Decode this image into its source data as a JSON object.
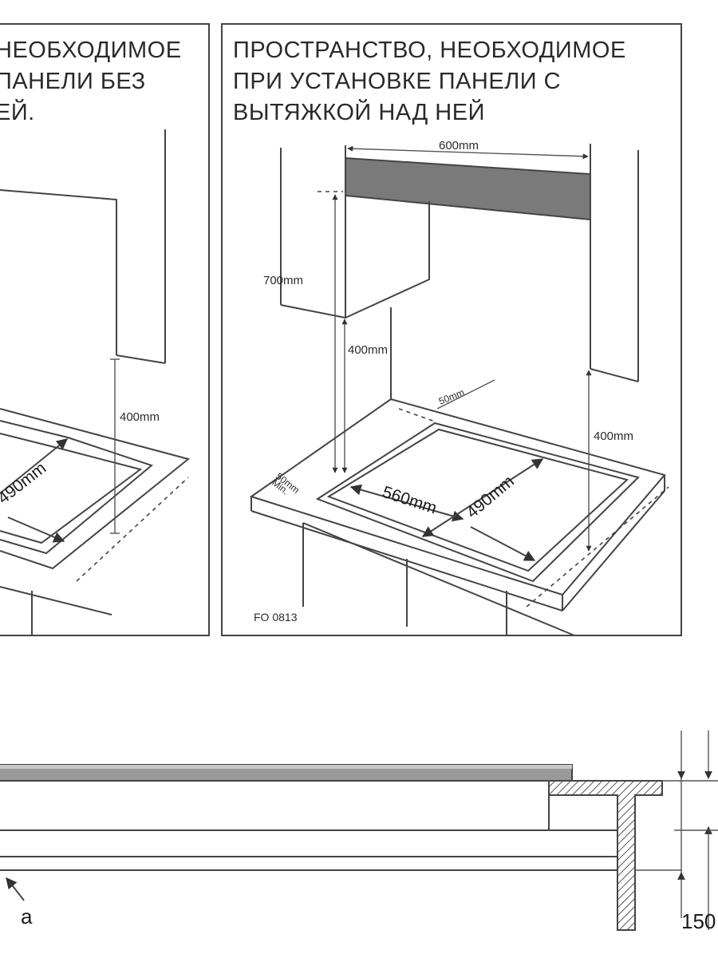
{
  "panel_left": {
    "title_lines": [
      "НЕОБХОДИМОЕ",
      "ПАНЕЛИ БЕЗ",
      "ЕЙ."
    ],
    "dims": {
      "height": "400mm",
      "cutout_depth": "490mm"
    }
  },
  "panel_right": {
    "title_lines": [
      "ПРОСТРАНСТВО, НЕОБХОДИМОЕ",
      "ПРИ УСТАНОВКЕ ПАНЕЛИ С",
      "ВЫТЯЖКОЙ НАД НЕЙ"
    ],
    "dims": {
      "hood_width": "600mm",
      "hood_height": "700mm",
      "hood_clearance": "400mm",
      "side_height": "400mm",
      "back_gap": "50mm",
      "front_gap": "50mm",
      "front_gap_min": "Min.",
      "cutout_width": "560mm",
      "cutout_depth": "490mm"
    },
    "figure_code": "FO 0813"
  },
  "section": {
    "callout": "a",
    "dim_value": "150"
  },
  "colors": {
    "hood": "#7a7a7a",
    "hatch": "#555555",
    "line": "#444444"
  }
}
